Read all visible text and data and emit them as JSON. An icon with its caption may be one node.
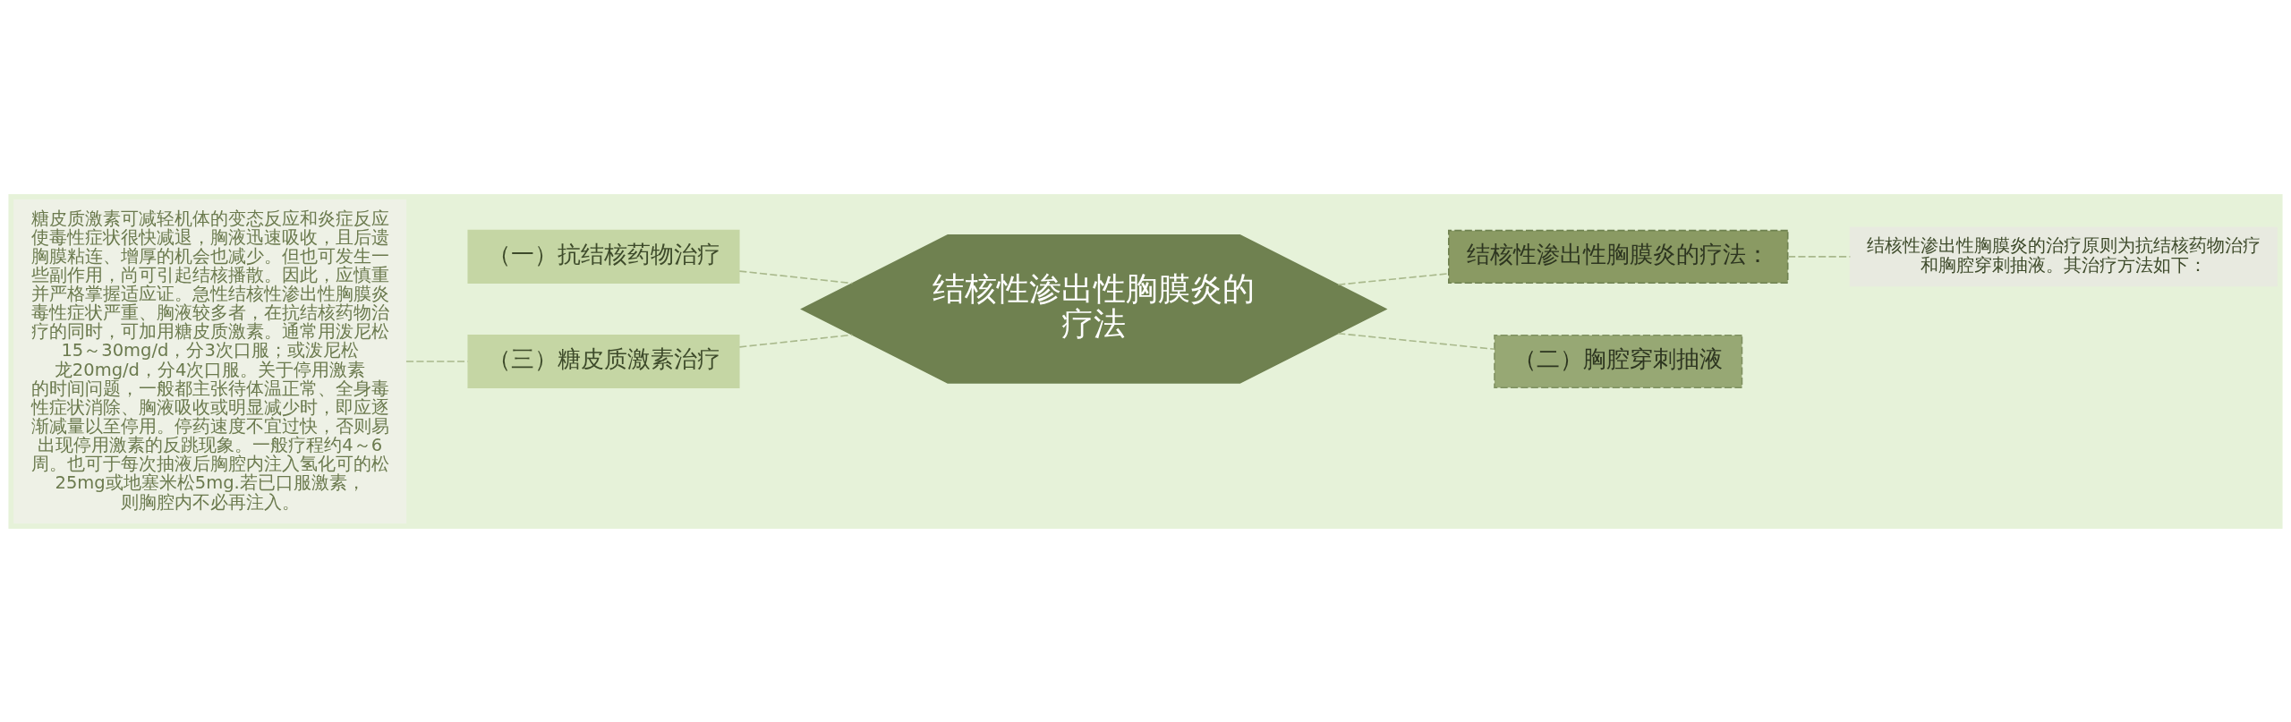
{
  "diagram": {
    "nodes": [
      {
        "text": [
          "结核性渗出性胸膜炎的疗法"
        ]
      },
      {
        "text": [
          "（一）抗结核药物治疗"
        ]
      },
      {
        "text": [
          "（三）糖皮质激素治疗"
        ]
      },
      {
        "text": [
          "糖皮质激素可减轻机体的变态反应和炎症反应使毒性症状很快减退，胸液迅速吸收，且后遗胸膜粘连、增厚的机会也减少。但也可发生一些副作用，尚可引起结核播散。因此，应慎重并严格掌握适应证。急性结核性渗出性胸膜炎毒性症状严重、胸液较多者，在抗结核药物治疗的同时，可加用糖皮质激素。通常用泼尼松15～30mg/d，分3次口服；或泼尼松龙20mg/d，分4次口服。关于停用激素的时间问题，一般都主张待体温正常、全身毒性症状消除、胸液吸收或明显减少时，即应逐渐减量以至停用。停药速度不宜过快，否则易出现停用激素的反跳现象。一般疗程约4～6周。也可于每次抽液后胸腔内注入氢化可的松25mg或地塞米松5mg.若已口服激素，则胸腔内不必再注入。"
        ]
      },
      {
        "text": [
          "结核性渗出性胸膜炎的疗法："
        ]
      },
      {
        "text": [
          "结核性渗出性胸膜炎的治疗原则为抗结核药物治疗和胸腔穿刺抽液。其治疗方法如下："
        ]
      },
      {
        "text": [
          "（二）胸腔穿刺抽液"
        ]
      }
    ],
    "edges": [
      {
        "from": 0,
        "to": 1,
        "arrow": "none",
        "style": "dashed"
      },
      {
        "from": 0,
        "to": 2,
        "arrow": "none",
        "style": "dashed"
      },
      {
        "from": 2,
        "to": 3,
        "arrow": "none",
        "style": "dashed"
      },
      {
        "from": 0,
        "to": 4,
        "arrow": "none",
        "style": "dashed"
      },
      {
        "from": 4,
        "to": 5,
        "arrow": "none",
        "style": "dashed"
      },
      {
        "from": 0,
        "to": 6,
        "arrow": "none",
        "style": "dashed"
      }
    ]
  }
}
